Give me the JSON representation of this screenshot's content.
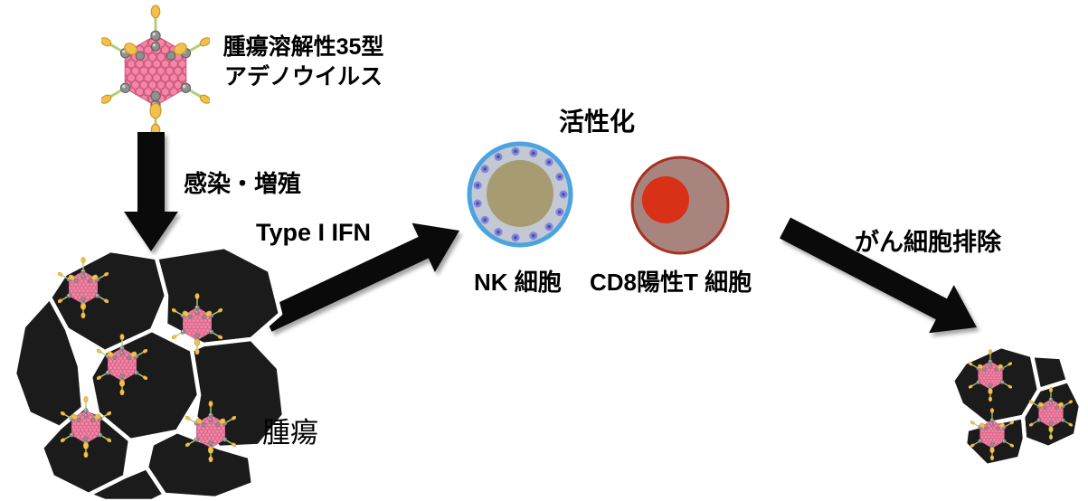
{
  "colors": {
    "bg": "#ffffff",
    "ink": "#000000",
    "arrow": "#0a0a0a",
    "tumor_fill": "#1b1b1b",
    "tumor_line": "#ffffff",
    "nk_membrane": "#4aa4df",
    "nk_cytoplasm": "#c3c8d2",
    "nk_nucleus": "#a79c71",
    "nk_granule": "#8387d6",
    "nk_granule_core": "#4b4dbd",
    "cd8_membrane": "#a93121",
    "cd8_cytoplasm": "#a8847f",
    "cd8_nucleus": "#d93018",
    "capsid_pink": "#f287a7",
    "capsid_dark": "#e06c91",
    "capsid_outline": "#c94f74",
    "fiber_green": "#aed177",
    "knob_yellow": "#f2c14b",
    "knob_deep": "#d0962b",
    "penton_gray": "#909090",
    "penton_light": "#d6d6d6"
  },
  "virus_label": {
    "line1": "腫瘍溶解性35型",
    "line2": "アデノウイルス"
  },
  "labels": {
    "infection_growth": "感染・増殖",
    "type1_ifn": "Type I IFN",
    "activation": "活性化",
    "nk_cell": "NK 細胞",
    "cd8_t_cell": "CD8陽性T 細胞",
    "tumor": "腫瘍",
    "cancer_elimination": "がん細胞排除"
  },
  "icons": {
    "adenovirus": "adenovirus-virion-icon",
    "tumor_large": "infected-tumor-cluster-icon",
    "tumor_small": "regressing-tumor-cluster-icon",
    "nk_cell": "nk-cell-icon",
    "cd8_cell": "cd8-t-cell-icon",
    "down_arrow": "down-arrow-icon",
    "ifn_arrow": "up-right-arrow-icon",
    "elimination_arrow": "down-right-arrow-icon"
  }
}
